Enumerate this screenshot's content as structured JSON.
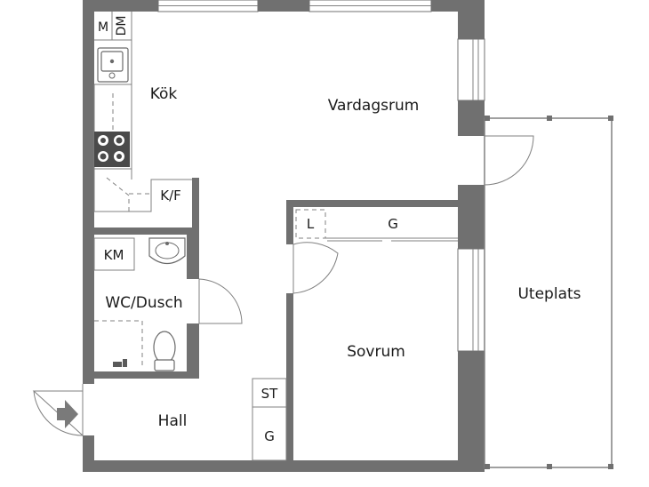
{
  "rooms": {
    "kitchen": "Kök",
    "living_room": "Vardagsrum",
    "bathroom": "WC/Dusch",
    "bedroom": "Sovrum",
    "hall": "Hall",
    "patio": "Uteplats"
  },
  "fixtures": {
    "microwave": "M",
    "dishwasher": "DM",
    "fridge_freezer": "K/F",
    "washing_machine": "KM",
    "linen_closet": "L",
    "bedroom_wardrobe": "G",
    "storage_cupboard": "ST",
    "hall_wardrobe": "G"
  },
  "icons": {
    "entrance": "entrance-arrow-icon",
    "sink": "kitchen-sink-icon",
    "stove": "stove-icon",
    "basin": "wash-basin-icon",
    "toilet": "toilet-icon"
  },
  "colors": {
    "wall": "#707070",
    "line": "#808080",
    "background": "#ffffff"
  }
}
